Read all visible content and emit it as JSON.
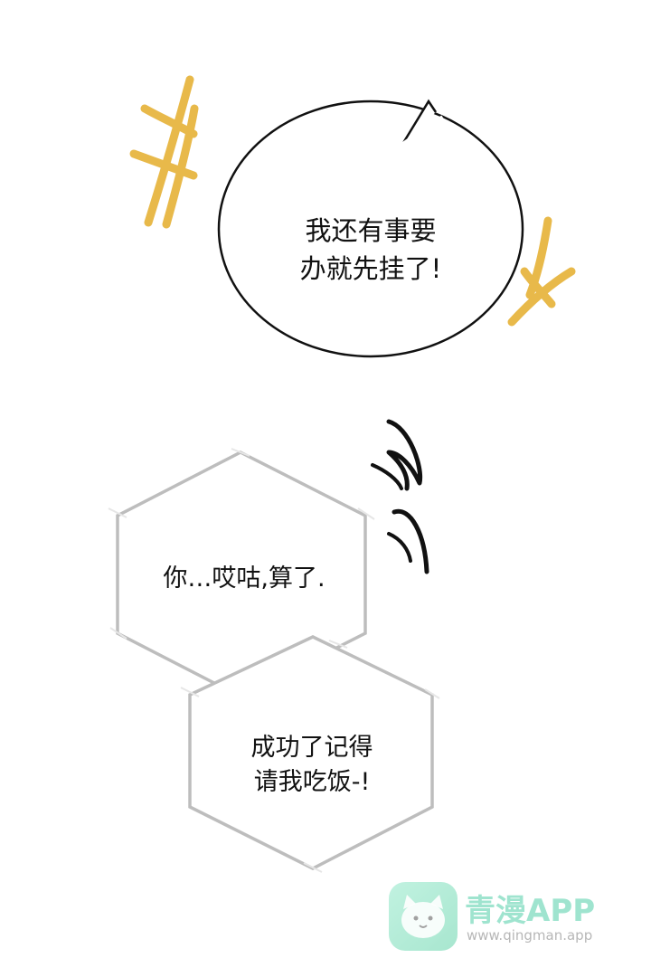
{
  "panel": {
    "speech_bubble": {
      "line1": "我还有事要",
      "line2": "办就先挂了!"
    },
    "thought_bubble_1": {
      "line1": "你…哎咕,算了."
    },
    "thought_bubble_2": {
      "line1": "成功了记得",
      "line2": "请我吃饭-!"
    }
  },
  "watermark": {
    "name": "青漫APP",
    "url": "www.qingman.app"
  },
  "colors": {
    "accent_yellow": "#E8B94A",
    "bubble_stroke": "#111111",
    "thought_stroke": "#bdbdbd",
    "watermark_green": "#7fdcbf"
  }
}
